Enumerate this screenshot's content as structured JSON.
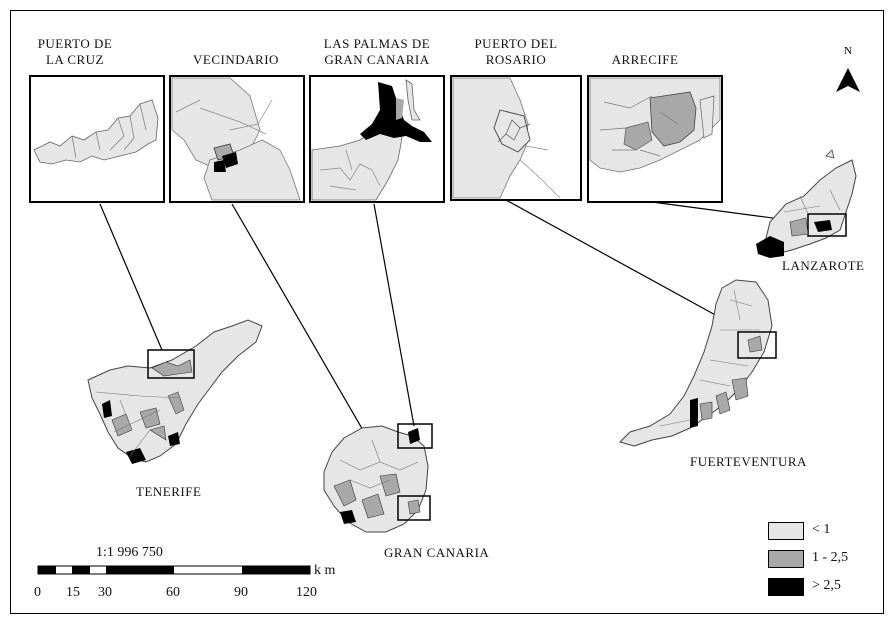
{
  "insets": [
    {
      "label": "PUERTO DE\nLA CRUZ"
    },
    {
      "label": "VECINDARIO"
    },
    {
      "label": "LAS PALMAS DE\nGRAN CANARIA"
    },
    {
      "label": "PUERTO DEL\nROSARIO"
    },
    {
      "label": "ARRECIFE"
    }
  ],
  "islands": {
    "tenerife": "TENERIFE",
    "gran_canaria": "GRAN CANARIA",
    "fuerteventura": "FUERTEVENTURA",
    "lanzarote": "LANZAROTE"
  },
  "north": "N",
  "scale": {
    "ratio": "1:1 996 750",
    "unit": "k m",
    "ticks": [
      "0",
      "15",
      "30",
      "60",
      "90",
      "120"
    ]
  },
  "legend": [
    {
      "label": "< 1",
      "color": "#e6e6e6"
    },
    {
      "label": "1 - 2,5",
      "color": "#a8a8a8"
    },
    {
      "label": "> 2,5",
      "color": "#000000"
    }
  ]
}
